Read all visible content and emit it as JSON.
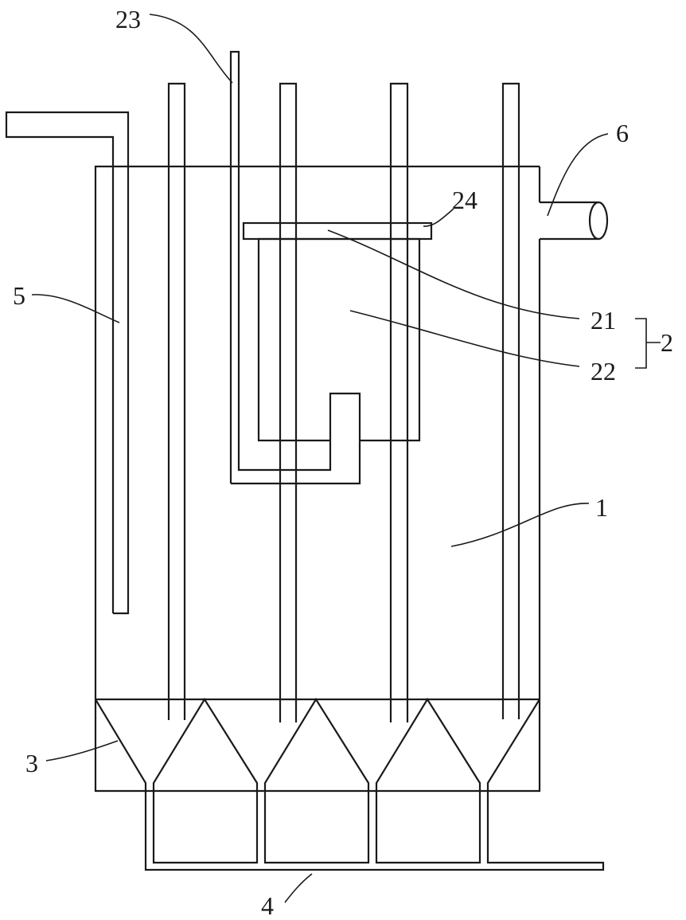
{
  "labels": {
    "tank": "1",
    "assembly": "2",
    "assembly_part_a": "21",
    "assembly_part_b": "22",
    "riser_pipe": "23",
    "cover_plate": "24",
    "hoppers": "3",
    "bottom_manifold": "4",
    "inlet_pipe": "5",
    "outlet_pipe": "6"
  },
  "colors": {
    "line": "#1a1a1a",
    "background": "#ffffff"
  }
}
